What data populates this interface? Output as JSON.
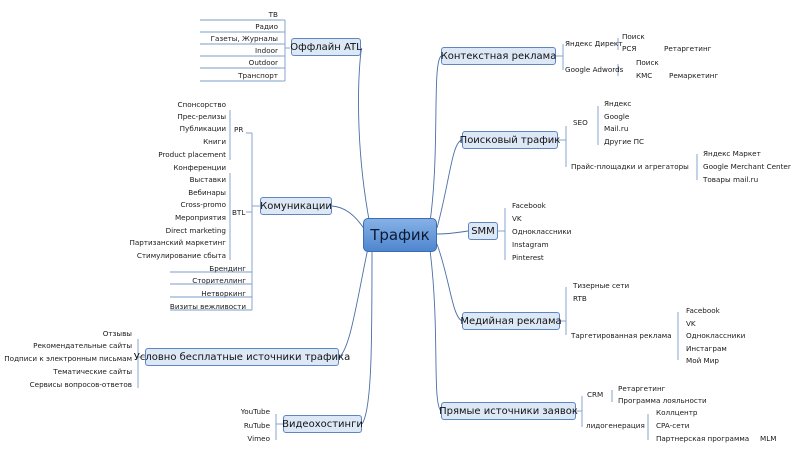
{
  "center": "Трафик",
  "branches": {
    "offline": {
      "title": "Оффлайн ATL",
      "items": [
        "ТВ",
        "Радио",
        "Газеты, Журналы",
        "Indoor",
        "Outdoor",
        "Транспорт"
      ]
    },
    "comm": {
      "title": "Комуникации",
      "pr": {
        "label": "PR",
        "items": [
          "Спонсорство",
          "Прес-релизы",
          "Публикации",
          "Книги",
          "Product placement"
        ]
      },
      "btl": {
        "label": "BTL",
        "items": [
          "Конференции",
          "Выставки",
          "Вебинары",
          "Cross-promo",
          "Мероприятия",
          "Direct marketing",
          "Партизанский маркетинг",
          "Стимулирование сбыта"
        ]
      },
      "other": [
        "Брендинг",
        "Сторителлинг",
        "Нетворкинг",
        "Визиты вежливости"
      ]
    },
    "free": {
      "title": "Условно бесплатные источники трафика",
      "items": [
        "Отзывы",
        "Рекомендательные сайты",
        "Подписи к электронным письмам",
        "Тематические сайты",
        "Сервисы вопросов-ответов"
      ]
    },
    "video": {
      "title": "Видеохостинги",
      "items": [
        "YouTube",
        "RuTube",
        "Vimeo"
      ]
    },
    "context": {
      "title": "Контекстная реклама",
      "yandex": {
        "label": "Яндекс Директ",
        "items": [
          "Поиск",
          "РСЯ"
        ],
        "sub": "Ретаргетинг"
      },
      "google": {
        "label": "Google Adwords",
        "items": [
          "Поиск",
          "КМС"
        ],
        "sub": "Ремаркетинг"
      }
    },
    "search": {
      "title": "Поисковый трафик",
      "seo": {
        "label": "SEO",
        "items": [
          "Яндекс",
          "Google",
          "Mail.ru",
          "Другие ПС"
        ]
      },
      "price": {
        "label": "Прайс-площадки и агрегаторы",
        "items": [
          "Яндекс Маркет",
          "Google Merchant Center",
          "Товары mail.ru"
        ]
      }
    },
    "smm": {
      "title": "SMM",
      "items": [
        "Facebook",
        "VK",
        "Одноклассники",
        "Instagram",
        "Pinterest"
      ]
    },
    "media": {
      "title": "Медийная реклама",
      "items": [
        "Тизерные сети",
        "RTB"
      ],
      "target": {
        "label": "Таргетированная реклама",
        "items": [
          "Facebook",
          "VK",
          "Одноклассники",
          "Инстаграм",
          "Мой Мир"
        ]
      }
    },
    "direct": {
      "title": "Прямые источники заявок",
      "crm": {
        "label": "CRM",
        "items": [
          "Ретаргетинг",
          "Программа лояльности"
        ]
      },
      "lead": {
        "label": "лидогенерация",
        "items": [
          "Коллцентр",
          "CPA-сети",
          "Партнерская программа"
        ],
        "sub": "MLM"
      }
    }
  }
}
